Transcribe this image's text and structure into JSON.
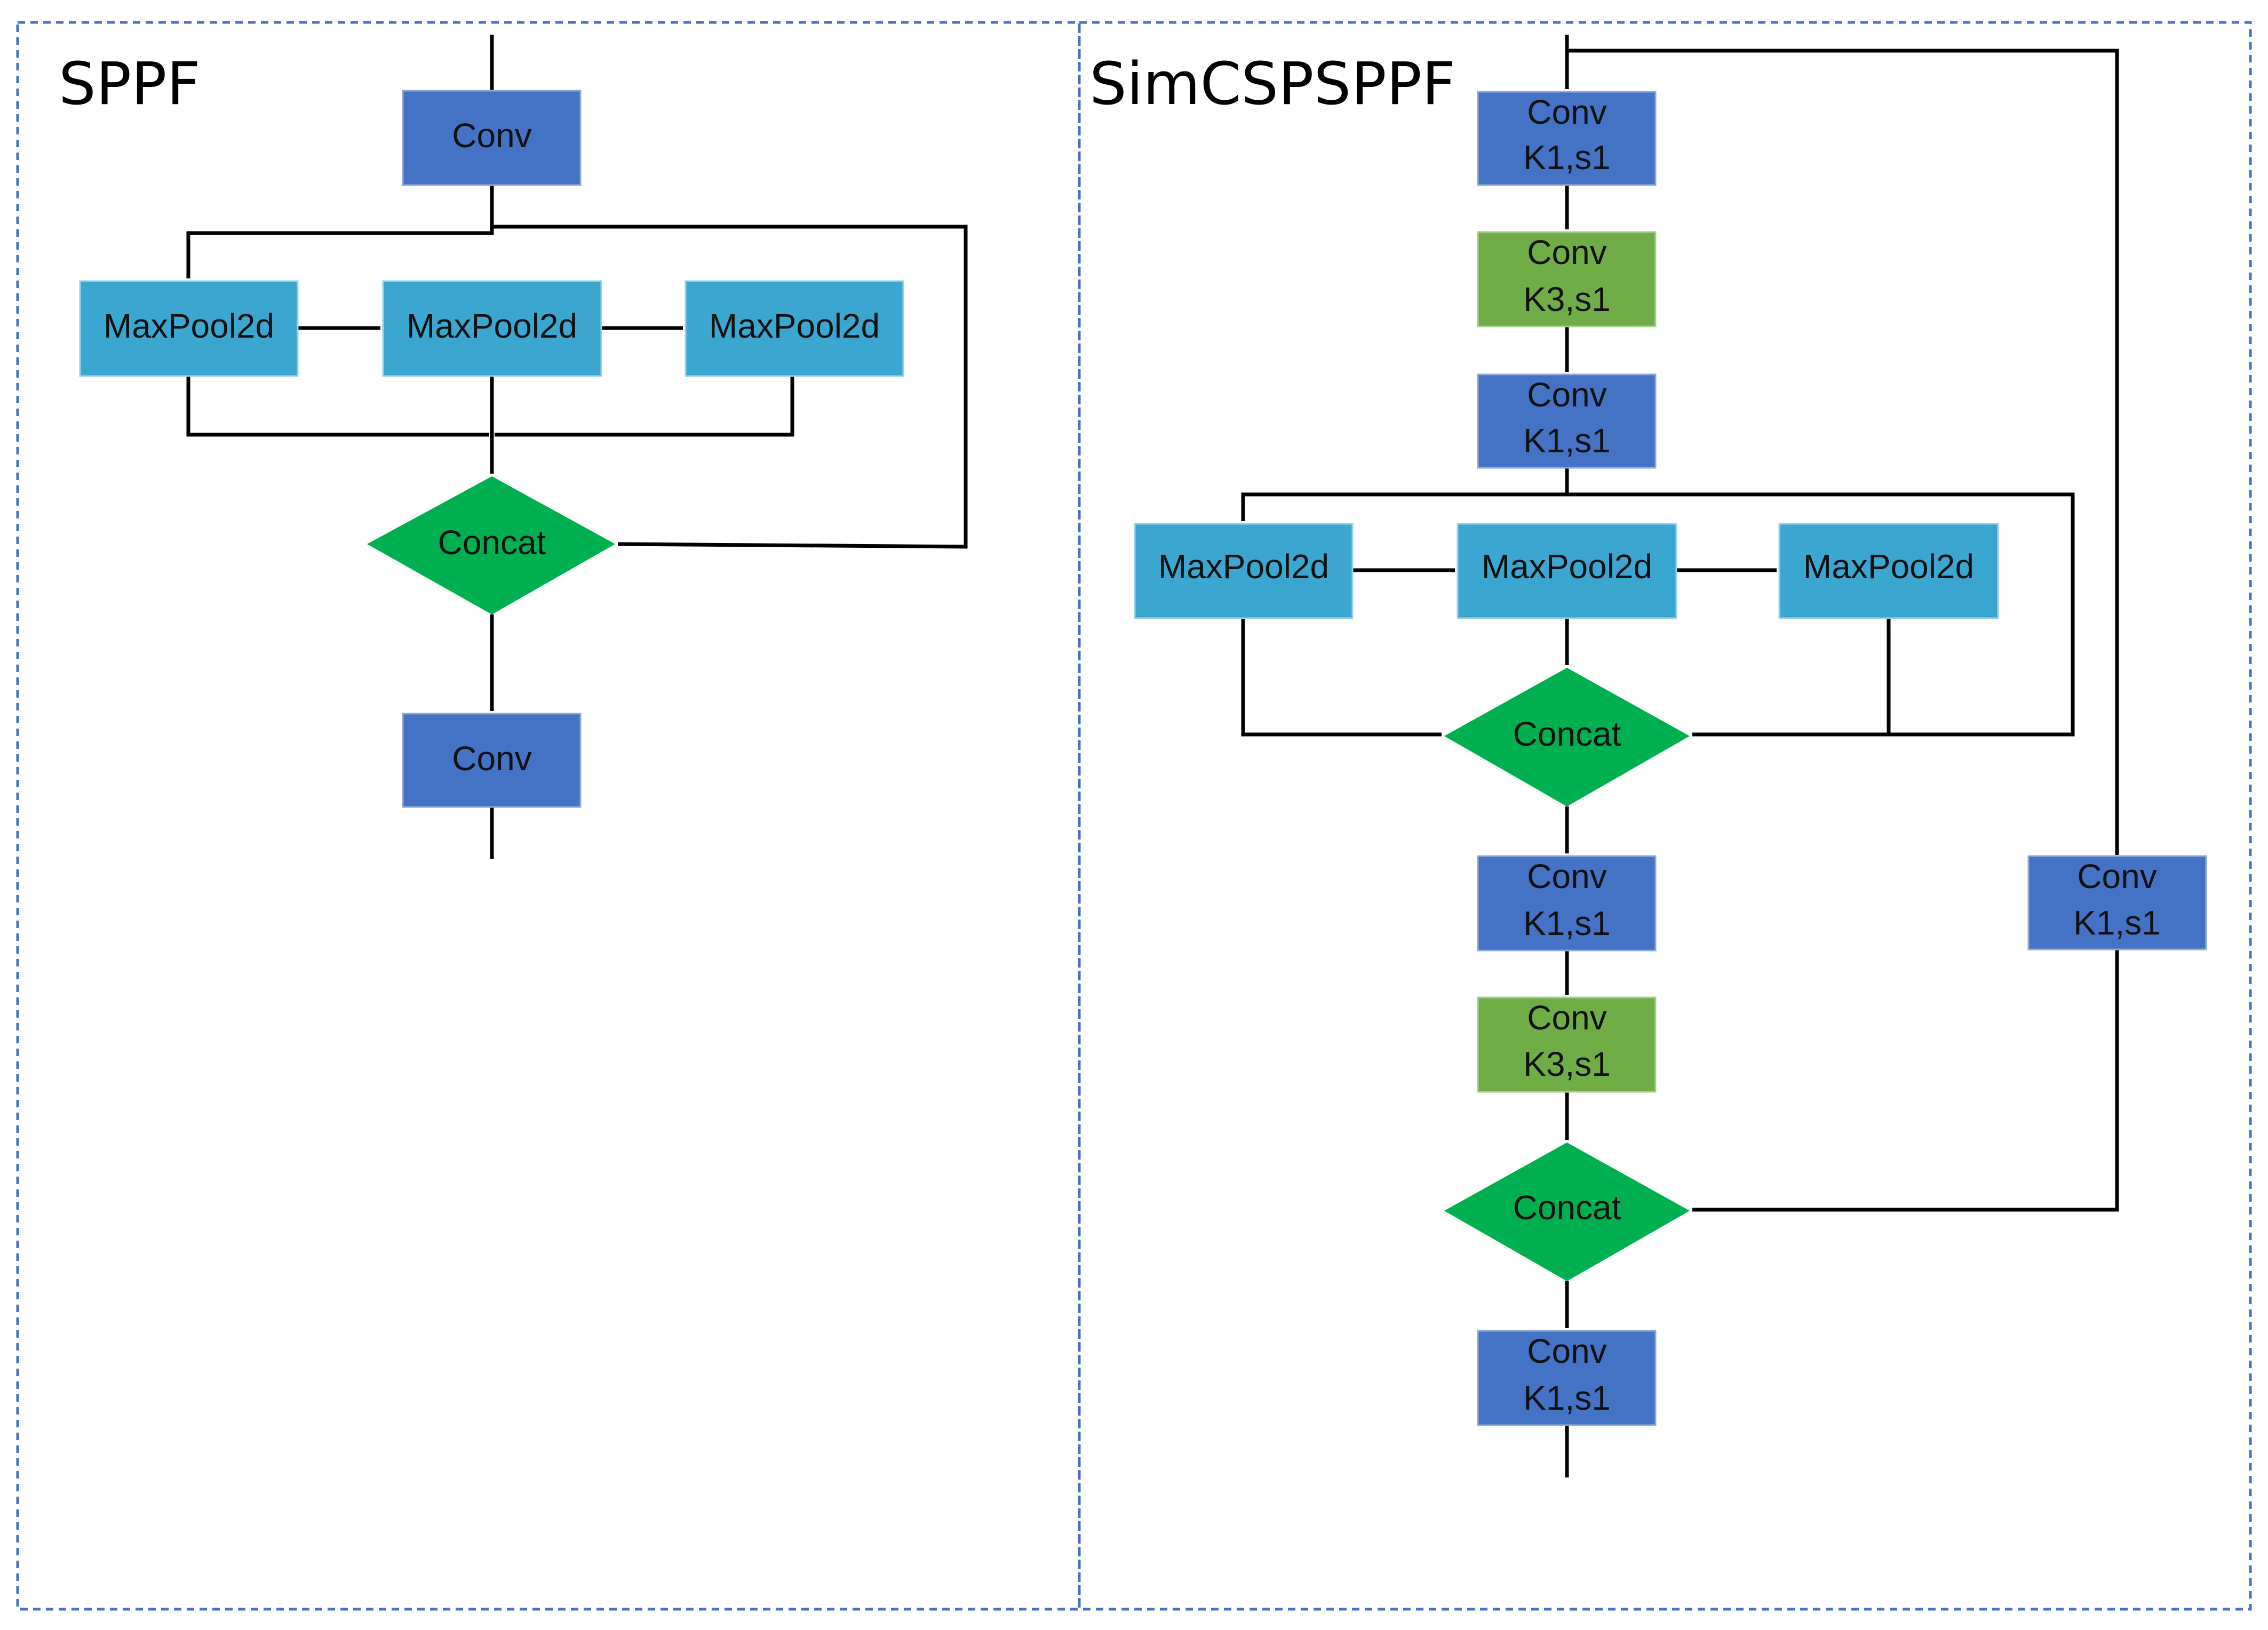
{
  "colors": {
    "conv": "#4472C4",
    "conv_k3": "#70AD47",
    "maxpool": "#3BA6D0",
    "concat": "#00B050",
    "frame": "#4472C4",
    "edge": "#000000"
  },
  "sppf": {
    "title": "SPPF",
    "nodes": {
      "conv_in": {
        "label": "Conv"
      },
      "pool1": {
        "label": "MaxPool2d"
      },
      "pool2": {
        "label": "MaxPool2d"
      },
      "pool3": {
        "label": "MaxPool2d"
      },
      "concat": {
        "label": "Concat"
      },
      "conv_out": {
        "label": "Conv"
      }
    }
  },
  "simcspsppf": {
    "title": "SimCSPSPPF",
    "nodes": {
      "conv1": {
        "line1": "Conv",
        "line2": "K1,s1"
      },
      "conv2": {
        "line1": "Conv",
        "line2": "K3,s1"
      },
      "conv3": {
        "line1": "Conv",
        "line2": "K1,s1"
      },
      "pool1": {
        "label": "MaxPool2d"
      },
      "pool2": {
        "label": "MaxPool2d"
      },
      "pool3": {
        "label": "MaxPool2d"
      },
      "concat1": {
        "label": "Concat"
      },
      "conv4": {
        "line1": "Conv",
        "line2": "K1,s1"
      },
      "conv5": {
        "line1": "Conv",
        "line2": "K3,s1"
      },
      "concat2": {
        "label": "Concat"
      },
      "conv6": {
        "line1": "Conv",
        "line2": "K1,s1"
      },
      "conv_side": {
        "line1": "Conv",
        "line2": "K1,s1"
      }
    }
  }
}
